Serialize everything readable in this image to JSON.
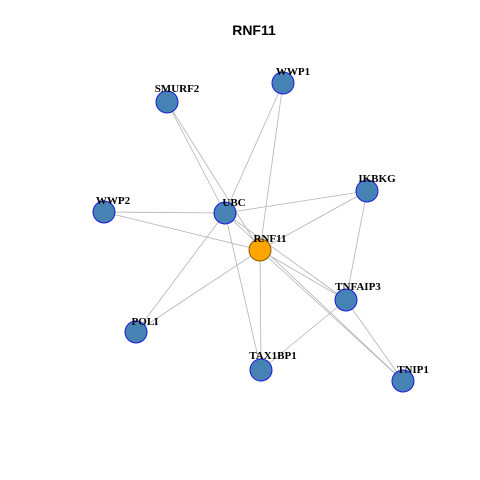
{
  "title": "RNF11",
  "colors": {
    "node_fill": "#4682B4",
    "node_stroke": "#1a1adb",
    "focus_fill": "#FFA500",
    "focus_stroke": "#8a5a00",
    "edge": "#b3b3b3"
  },
  "graph": {
    "focus": "RNF11",
    "nodes": [
      "WWP1",
      "SMURF2",
      "IKBKG",
      "WWP2",
      "UBC",
      "RNF11",
      "TNFAIP3",
      "POLI",
      "TAX1BP1",
      "TNIP1"
    ],
    "edges": [
      [
        "SMURF2",
        "UBC"
      ],
      [
        "SMURF2",
        "RNF11"
      ],
      [
        "WWP1",
        "UBC"
      ],
      [
        "WWP1",
        "RNF11"
      ],
      [
        "WWP2",
        "UBC"
      ],
      [
        "WWP2",
        "RNF11"
      ],
      [
        "UBC",
        "IKBKG"
      ],
      [
        "UBC",
        "TNFAIP3"
      ],
      [
        "UBC",
        "TAX1BP1"
      ],
      [
        "UBC",
        "POLI"
      ],
      [
        "UBC",
        "TNIP1"
      ],
      [
        "RNF11",
        "IKBKG"
      ],
      [
        "RNF11",
        "TNFAIP3"
      ],
      [
        "RNF11",
        "POLI"
      ],
      [
        "RNF11",
        "TAX1BP1"
      ],
      [
        "RNF11",
        "TNIP1"
      ],
      [
        "IKBKG",
        "TNFAIP3"
      ],
      [
        "TNFAIP3",
        "TAX1BP1"
      ],
      [
        "TNFAIP3",
        "TNIP1"
      ]
    ]
  }
}
